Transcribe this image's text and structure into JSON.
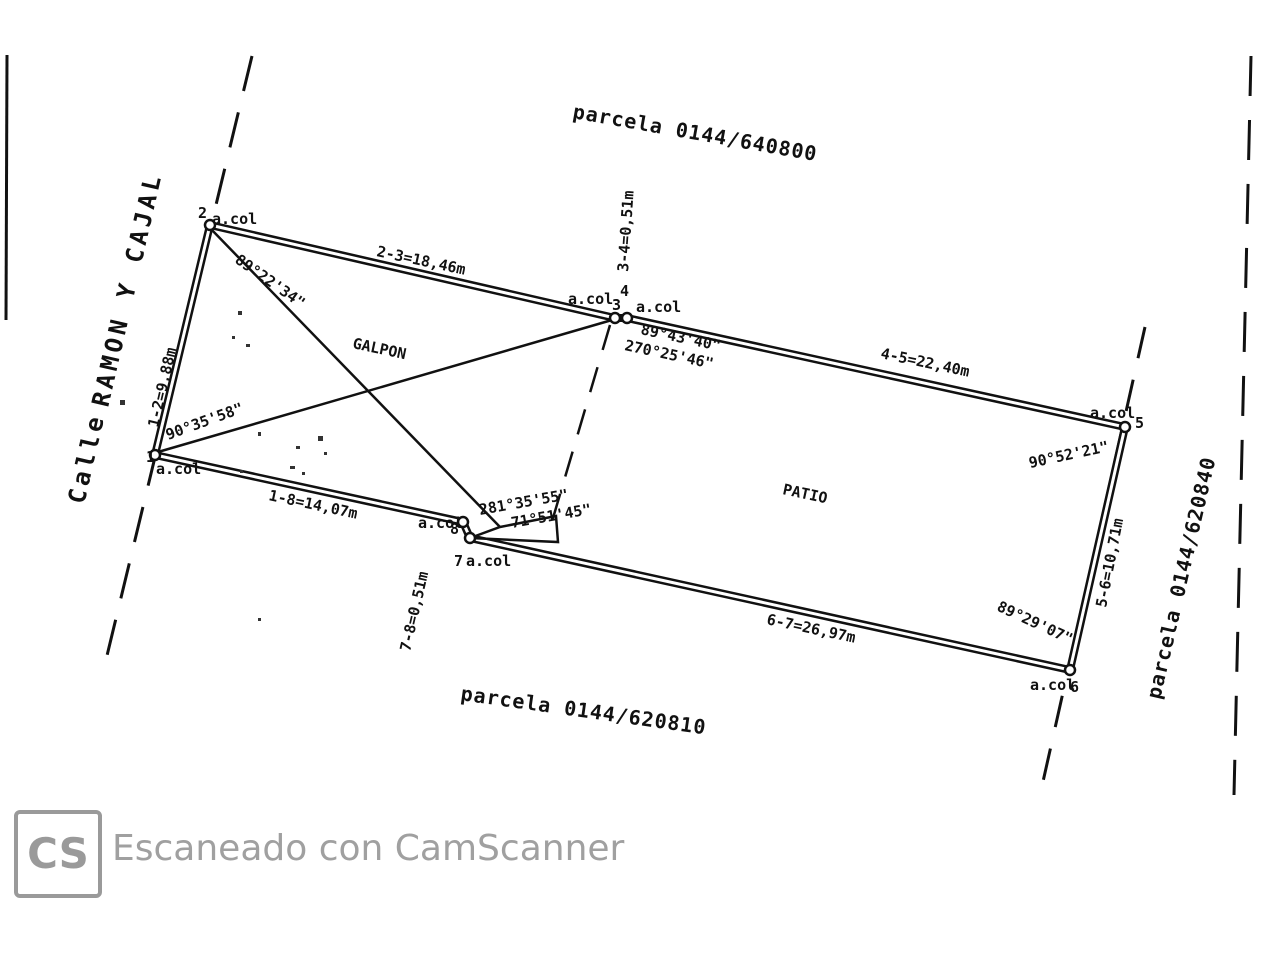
{
  "street": {
    "prefix": "Calle",
    "name": "RAMON Y CAJAL"
  },
  "parcels": {
    "north": "parcela 0144/640800",
    "south": "parcela 0144/620810",
    "east": "parcela 0144/620840"
  },
  "areas": {
    "galpon": "GALPON",
    "patio": "PATIO"
  },
  "sides": {
    "s12": "1-2=9,88m",
    "s23": "2-3=18,46m",
    "s34": "3-4=0,51m",
    "s45": "4-5=22,40m",
    "s56": "5-6=10,71m",
    "s67": "6-7=26,97m",
    "s78": "7-8=0,51m",
    "s18": "1-8=14,07m"
  },
  "angles": {
    "a2": "89°22'34\"",
    "a3": "89°43'40\"",
    "a4": "270°25'46\"",
    "a5": "90°52'21\"",
    "a6": "89°29'07\"",
    "a7": "281°35'55\"",
    "a8": "71°51'45\"",
    "a1": "90°35'58\""
  },
  "markers": {
    "acol": "a.col",
    "p1": "1",
    "p2": "2",
    "p3": "3",
    "p4": "4",
    "p5": "5",
    "p6": "6",
    "p7": "7",
    "p8": "8"
  },
  "watermark": {
    "logo": "CS",
    "text": "Escaneado con CamScanner"
  }
}
